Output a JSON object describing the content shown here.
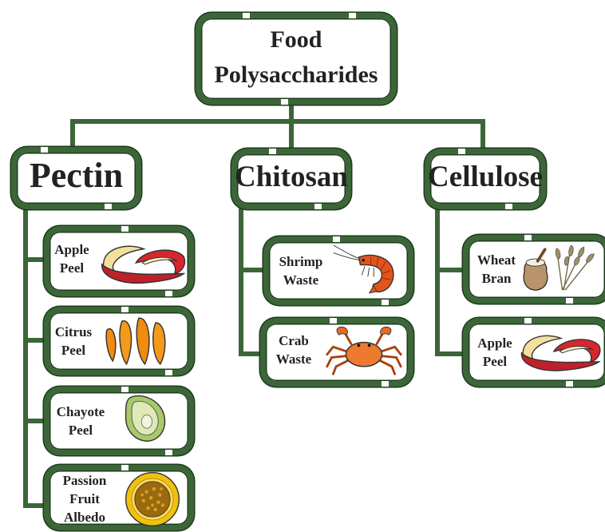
{
  "root": {
    "line1": "Food",
    "line2": "Polysaccharides"
  },
  "categories": [
    {
      "name": "Pectin",
      "items": [
        {
          "lines": [
            "Apple",
            "Peel"
          ],
          "icon": "apple-peel-icon"
        },
        {
          "lines": [
            "Citrus",
            "Peel"
          ],
          "icon": "orange-peel-icon"
        },
        {
          "lines": [
            "Chayote",
            "Peel"
          ],
          "icon": "chayote-icon"
        },
        {
          "lines": [
            "Passion",
            "Fruit",
            "Albedo"
          ],
          "icon": "passion-fruit-icon"
        }
      ]
    },
    {
      "name": "Chitosan",
      "items": [
        {
          "lines": [
            "Shrimp",
            "Waste"
          ],
          "icon": "shrimp-icon"
        },
        {
          "lines": [
            "Crab",
            "Waste"
          ],
          "icon": "crab-icon"
        }
      ]
    },
    {
      "name": "Cellulose",
      "items": [
        {
          "lines": [
            "Wheat",
            "Bran"
          ],
          "icon": "wheat-bran-icon"
        },
        {
          "lines": [
            "Apple",
            "Peel"
          ],
          "icon": "apple-peel-icon"
        }
      ]
    }
  ],
  "colors": {
    "frame": "#3b6638",
    "frame_dark": "#1e3a1c",
    "text": "#222222"
  }
}
